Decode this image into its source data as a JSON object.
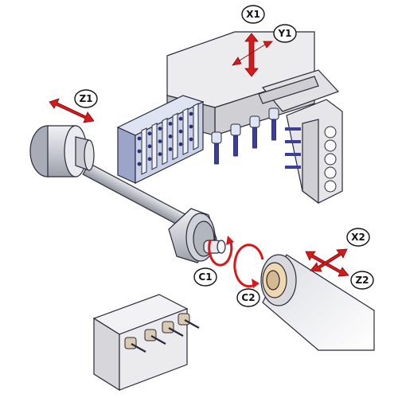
{
  "labels": {
    "x1": "X1",
    "y1": "Y1",
    "z1": "Z1",
    "c1": "C1",
    "x2": "X2",
    "z2": "Z2",
    "c2": "C2"
  },
  "colors": {
    "arrow_red": "#d7191c",
    "machine_gray": "#e4e4e6",
    "machine_gray_dark": "#b9b9bd",
    "tool_blue": "#c9d1e8",
    "tool_blue_dark": "#8f9cc4",
    "tool_drill": "#3a3f9a",
    "spindle_gray": "#d3d6dc",
    "outline": "#2a2a3a"
  },
  "icons": {
    "two_way_arrow": "double-headed-arrow-icon",
    "four_way_arrow": "cross-arrow-icon",
    "rotation_arrow": "rotation-arrow-icon"
  }
}
